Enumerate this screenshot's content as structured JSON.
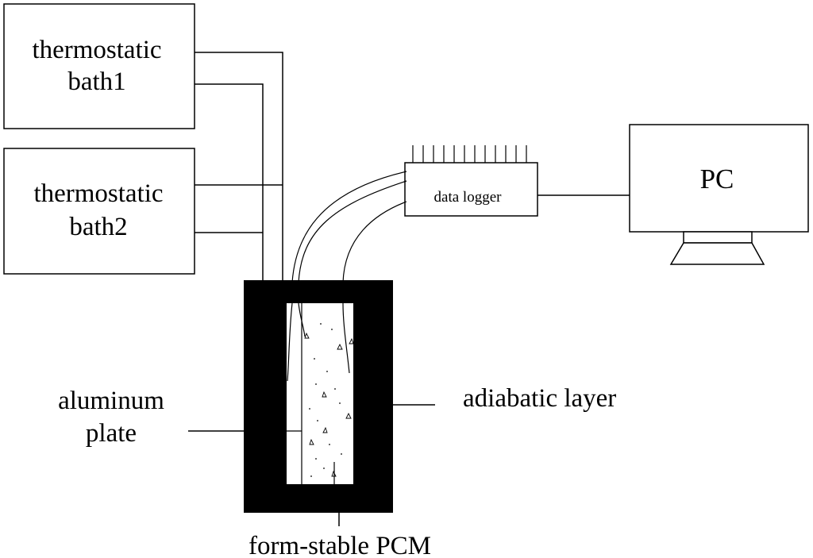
{
  "labels": {
    "bath1_line1": "thermostatic",
    "bath1_line2": "bath1",
    "bath2_line1": "thermostatic",
    "bath2_line2": "bath2",
    "data_logger": "data logger",
    "pc": "PC",
    "aluminum_line1": "aluminum",
    "aluminum_line2": "plate",
    "adiabatic_layer": "adiabatic layer",
    "form_stable_pcm": "form-stable PCM"
  },
  "colors": {
    "line": "#000000",
    "background": "#ffffff",
    "insulation": "#000000"
  }
}
